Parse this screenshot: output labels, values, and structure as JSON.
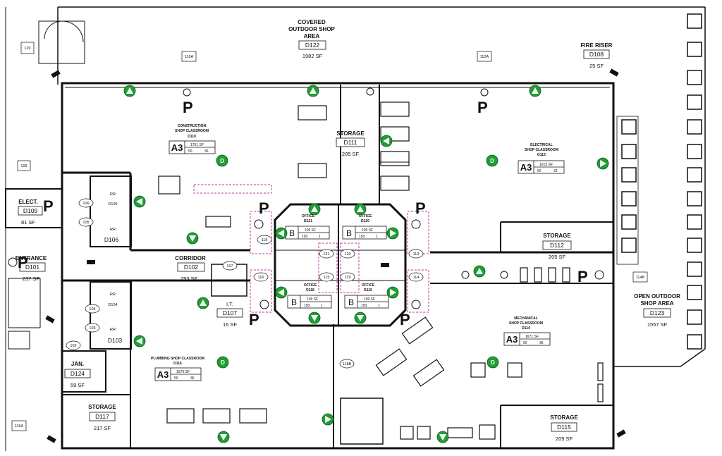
{
  "rooms": {
    "covered_outdoor": {
      "name": [
        "COVERED",
        "OUTDOOR SHOP",
        "AREA"
      ],
      "tag": "D122",
      "area": "1982 SF"
    },
    "fire_riser": {
      "name": "FIRE RISER",
      "tag": "D108",
      "area": "25 SF"
    },
    "construction": {
      "name": [
        "CONSTRUCTION",
        "SHOP CLASSROOM"
      ],
      "tag": "D110"
    },
    "storage_d111": {
      "name": "STORAGE",
      "tag": "D111",
      "area": "205 SF"
    },
    "electrical": {
      "name": [
        "ELECTRICAL",
        "SHOP CLASSROOM"
      ],
      "tag": "D113"
    },
    "elect_d109": {
      "name": "ELECT.",
      "tag": "D109",
      "area": "81 SF"
    },
    "office_d121": {
      "name": "OFFICE",
      "tag": "D121"
    },
    "office_d120": {
      "name": "OFFICE",
      "tag": "D120"
    },
    "office_d118": {
      "name": "OFFICE",
      "tag": "D118"
    },
    "office_d119": {
      "name": "OFFICE",
      "tag": "D119"
    },
    "storage_d112": {
      "name": "STORAGE",
      "tag": "D112",
      "area": "205 SF"
    },
    "entrance": {
      "name": "ENTRANCE",
      "tag": "D101",
      "area": "237 SF"
    },
    "corridor": {
      "name": "CORRIDOR",
      "tag": "D102",
      "area": "793 SF"
    },
    "it": {
      "name": "I.T.",
      "tag": "D107",
      "area": "16 SF"
    },
    "open_outdoor": {
      "name": [
        "OPEN OUTDOOR",
        "SHOP AREA"
      ],
      "tag": "D123",
      "area": "1557 SF"
    },
    "mechanical": {
      "name": [
        "MECHANICAL",
        "SHOP CLASSROOM"
      ],
      "tag": "D114"
    },
    "plumbing": {
      "name": "PLUMBING SHOP CLASSROOM",
      "tag": "D116"
    },
    "jan": {
      "name": "JAN.",
      "tag": "D124",
      "area": "59 SF"
    },
    "storage_d117": {
      "name": "STORAGE",
      "tag": "D117",
      "area": "217 SF"
    },
    "storage_d115": {
      "name": "STORAGE",
      "tag": "D115",
      "area": "209 SF"
    },
    "rr_d105": {
      "name": "RR",
      "tag": "D105"
    },
    "rr_d106": {
      "name": "RR",
      "tag": "D106"
    },
    "rr_d104": {
      "name": "RR",
      "tag": "D104"
    },
    "rr_d103": {
      "name": "RR",
      "tag": "D103"
    }
  },
  "occupancy": {
    "construction": {
      "cls": "A3",
      "sf": "1751 SF",
      "ratio": "50",
      "count": "36"
    },
    "electrical": {
      "cls": "A3",
      "sf": "1615 SF",
      "ratio": "50",
      "count": "32"
    },
    "mechanical": {
      "cls": "A3",
      "sf": "1671 SF",
      "ratio": "50",
      "count": "36"
    },
    "plumbing": {
      "cls": "A3",
      "sf": "1576 SF",
      "ratio": "50",
      "count": "36"
    }
  },
  "office_cards": {
    "d121": {
      "cls": "B",
      "sf": "109 SF",
      "ratio": "150",
      "count": "1"
    },
    "d120": {
      "cls": "B",
      "sf": "109 SF",
      "ratio": "150",
      "count": "1"
    },
    "d118": {
      "cls": "B",
      "sf": "109 SF",
      "ratio": "150",
      "count": "1"
    },
    "d119": {
      "cls": "B",
      "sf": "109 SF",
      "ratio": "150",
      "count": "1"
    }
  },
  "doors": [
    "120",
    "110A",
    "112A",
    "109",
    "106",
    "105",
    "104",
    "103",
    "102",
    "107",
    "121",
    "120",
    "115",
    "116",
    "113",
    "114",
    "118",
    "119",
    "114B",
    "118B",
    "116A"
  ],
  "parking_letter": "P",
  "colors": {
    "marker": "#1f9e35",
    "wall": "#111111",
    "dashed": "#c03a9c"
  }
}
